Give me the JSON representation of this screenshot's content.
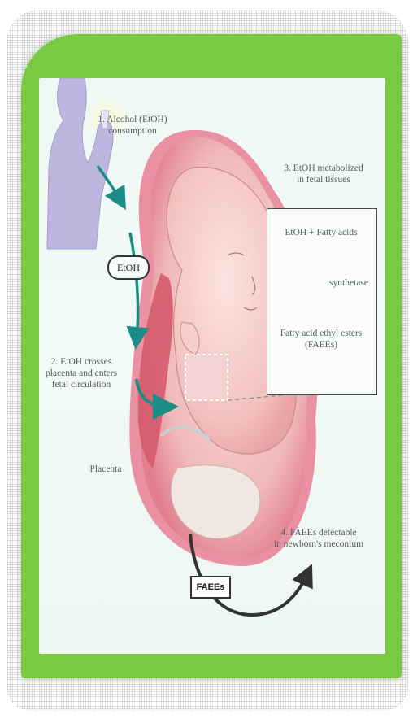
{
  "diagram": {
    "step1": "1. Alcohol (EtOH)\nconsumption",
    "ethoh_badge": "EtOH",
    "step2": "2. EtOH crosses\nplacenta and enters\nfetal circulation",
    "placenta_label": "Placenta",
    "step3": "3. EtOH metabolized\nin fetal tissues",
    "reaction": {
      "reactants": "EtOH + Fatty acids",
      "enzyme": "synthetase",
      "products": "Fatty acid ethyl esters\n(FAEEs)"
    },
    "step4": "4. FAEEs detectable\nin newborn's meconium",
    "faees_box": "FAEEs"
  },
  "colors": {
    "frame_green": "#7ac943",
    "arrow_teal": "#1c8d86",
    "uterus_pink": "#e88a98",
    "fetus_skin": "#f4c4c4",
    "silhouette_lavender": "#b9b2db"
  }
}
